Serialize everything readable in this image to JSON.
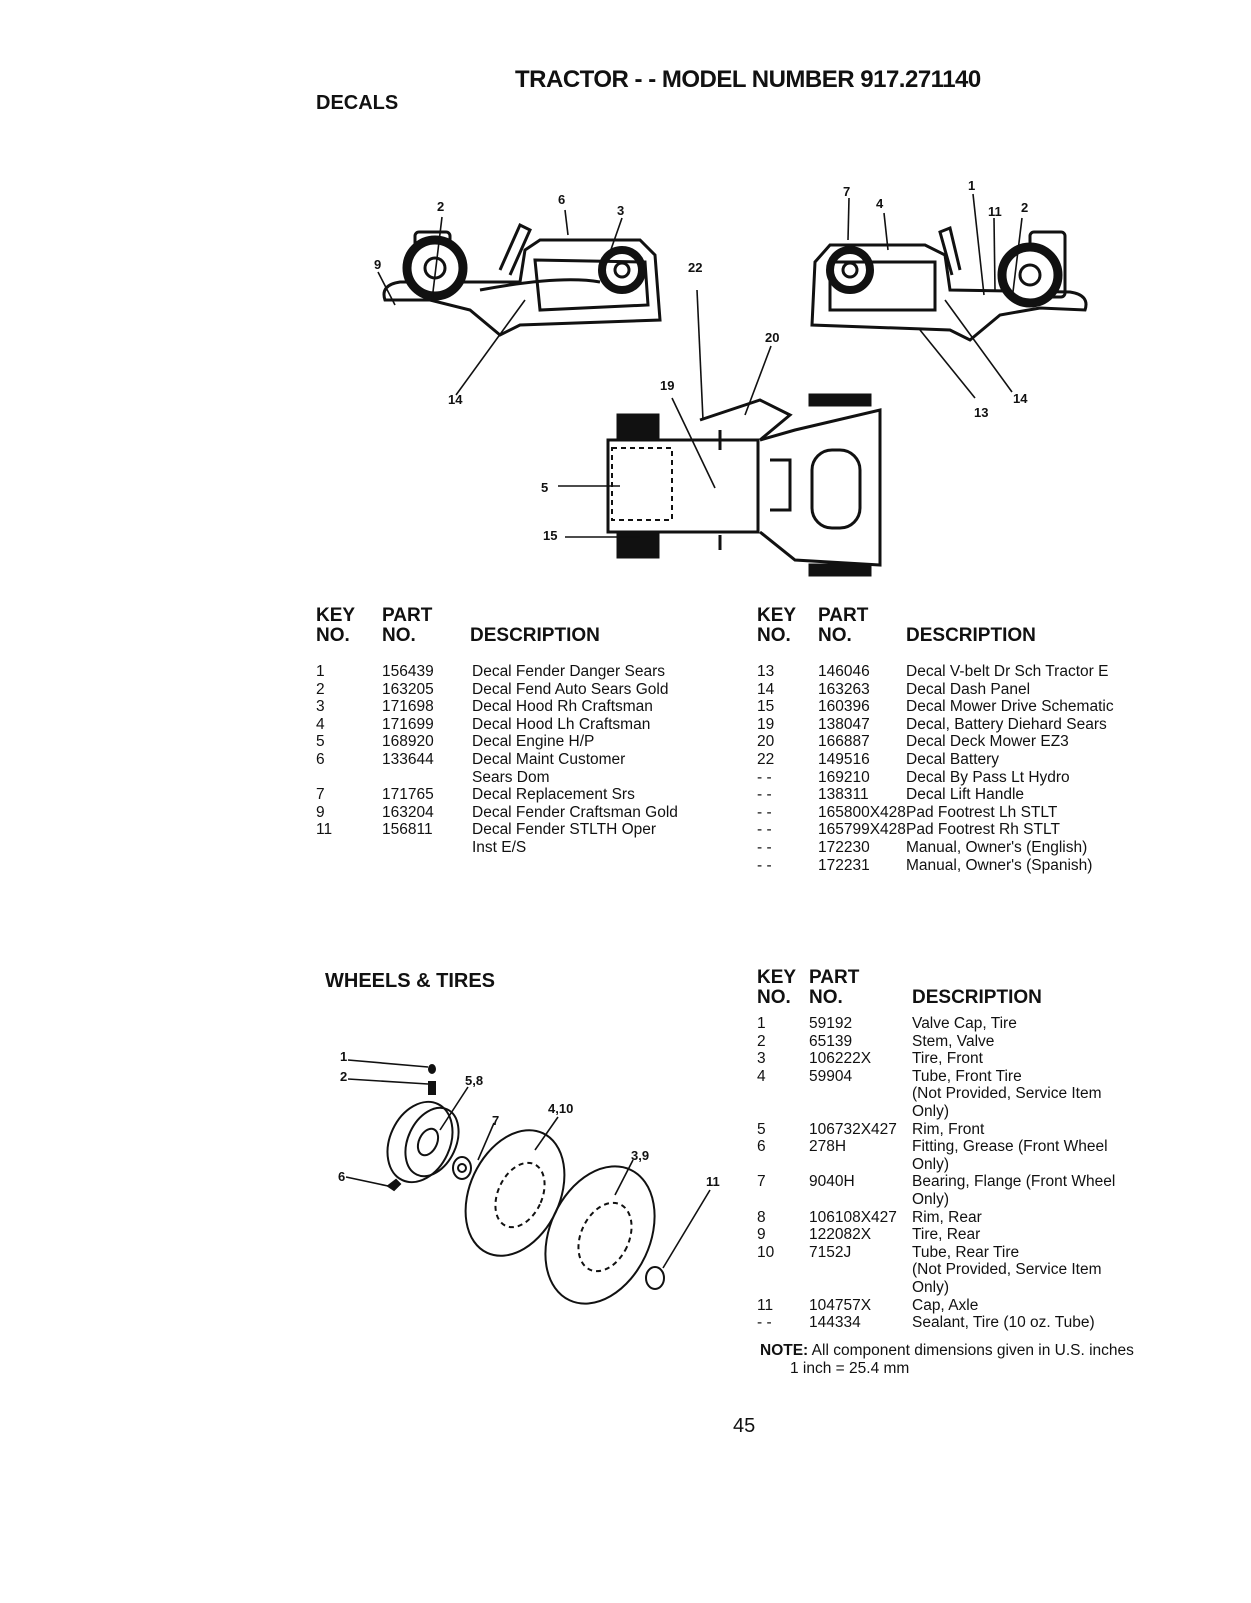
{
  "page": {
    "title": "TRACTOR - - MODEL NUMBER 917.271140",
    "page_number": "45"
  },
  "decals": {
    "section_title": "DECALS",
    "callouts": [
      "1",
      "2",
      "3",
      "4",
      "5",
      "6",
      "7",
      "9",
      "11",
      "13",
      "14",
      "15",
      "19",
      "20",
      "22"
    ],
    "left_headers": {
      "key_1": "KEY",
      "key_2": "NO.",
      "part_1": "PART",
      "part_2": "NO.",
      "desc": "DESCRIPTION"
    },
    "right_headers": {
      "key_1": "KEY",
      "key_2": "NO.",
      "part_1": "PART",
      "part_2": "NO.",
      "desc": "DESCRIPTION"
    },
    "left_rows": [
      {
        "key": "1",
        "part": "156439",
        "desc": "Decal Fender Danger Sears"
      },
      {
        "key": "2",
        "part": "163205",
        "desc": "Decal Fend Auto Sears Gold"
      },
      {
        "key": "3",
        "part": "171698",
        "desc": "Decal Hood Rh Craftsman"
      },
      {
        "key": "4",
        "part": "171699",
        "desc": "Decal Hood Lh Craftsman"
      },
      {
        "key": "5",
        "part": "168920",
        "desc": "Decal Engine H/P"
      },
      {
        "key": "6",
        "part": "133644",
        "desc": "Decal Maint Customer"
      },
      {
        "key": "",
        "part": "",
        "desc": "Sears Dom"
      },
      {
        "key": "7",
        "part": "171765",
        "desc": "Decal Replacement Srs"
      },
      {
        "key": "9",
        "part": "163204",
        "desc": "Decal Fender Craftsman Gold"
      },
      {
        "key": "11",
        "part": "156811",
        "desc": "Decal Fender STLTH Oper"
      },
      {
        "key": "",
        "part": "",
        "desc": "Inst E/S"
      }
    ],
    "right_rows": [
      {
        "key": "13",
        "part": "146046",
        "desc": "Decal V-belt Dr Sch Tractor E"
      },
      {
        "key": "14",
        "part": "163263",
        "desc": "Decal Dash Panel"
      },
      {
        "key": "15",
        "part": "160396",
        "desc": "Decal Mower Drive Schematic"
      },
      {
        "key": "19",
        "part": "138047",
        "desc": "Decal, Battery Diehard Sears"
      },
      {
        "key": "20",
        "part": "166887",
        "desc": "Decal Deck Mower EZ3"
      },
      {
        "key": "22",
        "part": "149516",
        "desc": "Decal Battery"
      },
      {
        "key": "- -",
        "part": "169210",
        "desc": "Decal By Pass Lt Hydro"
      },
      {
        "key": "- -",
        "part": "138311",
        "desc": "Decal Lift Handle"
      },
      {
        "key": "- -",
        "part": "165800X428",
        "desc": "Pad Footrest Lh STLT"
      },
      {
        "key": "- -",
        "part": "165799X428",
        "desc": "Pad Footrest Rh STLT"
      },
      {
        "key": "- -",
        "part": "172230",
        "desc": "Manual, Owner's (English)"
      },
      {
        "key": "- -",
        "part": "172231",
        "desc": "Manual, Owner's (Spanish)"
      }
    ]
  },
  "wheels": {
    "section_title": "WHEELS & TIRES",
    "callouts": {
      "c1": "1",
      "c2": "2",
      "c58": "5,8",
      "c410": "4,10",
      "c7": "7",
      "c39": "3,9",
      "c6": "6",
      "c11": "11"
    },
    "headers": {
      "key_1": "KEY",
      "key_2": "NO.",
      "part_1": "PART",
      "part_2": "NO.",
      "desc": "DESCRIPTION"
    },
    "rows": [
      {
        "key": "1",
        "part": "59192",
        "desc": "Valve Cap, Tire"
      },
      {
        "key": "2",
        "part": "65139",
        "desc": "Stem, Valve"
      },
      {
        "key": "3",
        "part": "106222X",
        "desc": "Tire, Front"
      },
      {
        "key": "4",
        "part": "59904",
        "desc": "Tube, Front Tire"
      },
      {
        "key": "",
        "part": "",
        "desc": "(Not Provided, Service Item"
      },
      {
        "key": "",
        "part": "",
        "desc": "Only)"
      },
      {
        "key": "5",
        "part": "106732X427",
        "desc": "Rim, Front"
      },
      {
        "key": "6",
        "part": "278H",
        "desc": "Fitting, Grease (Front Wheel"
      },
      {
        "key": "",
        "part": "",
        "desc": "Only)"
      },
      {
        "key": "7",
        "part": "9040H",
        "desc": "Bearing, Flange (Front Wheel"
      },
      {
        "key": "",
        "part": "",
        "desc": "Only)"
      },
      {
        "key": "8",
        "part": "106108X427",
        "desc": "Rim, Rear"
      },
      {
        "key": "9",
        "part": "122082X",
        "desc": "Tire, Rear"
      },
      {
        "key": "10",
        "part": "7152J",
        "desc": "Tube, Rear Tire"
      },
      {
        "key": "",
        "part": "",
        "desc": "(Not Provided, Service Item"
      },
      {
        "key": "",
        "part": "",
        "desc": "Only)"
      },
      {
        "key": "11",
        "part": "104757X",
        "desc": "Cap, Axle"
      },
      {
        "key": "- -",
        "part": "144334",
        "desc": "Sealant, Tire (10 oz. Tube)"
      }
    ],
    "note_label": "NOTE:",
    "note_text": "All component dimensions given in U.S. inches",
    "note_conv": "1 inch = 25.4 mm"
  }
}
